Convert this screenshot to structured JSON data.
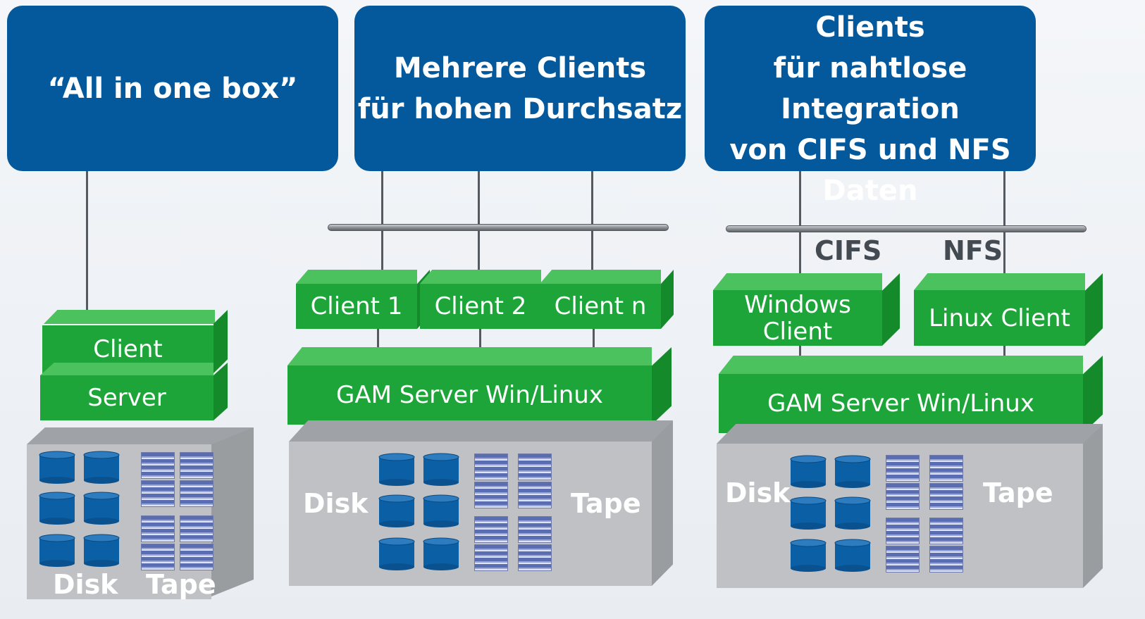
{
  "panels": {
    "left": {
      "title": "“All in one box”",
      "client_label": "Client",
      "server_label": "Server",
      "disk_label": "Disk",
      "tape_label": "Tape"
    },
    "middle": {
      "title": "Mehrere Clients\nfür hohen Durchsatz",
      "clients": [
        "Client 1",
        "Client 2",
        "Client n"
      ],
      "server_label": "GAM Server Win/Linux",
      "disk_label": "Disk",
      "tape_label": "Tape"
    },
    "right": {
      "title": "Windows/Linux Clients\nfür nahtlose Integration\nvon CIFS und NFS Daten",
      "protocol_cifs": "CIFS",
      "protocol_nfs": "NFS",
      "windows_client": "Windows\nClient",
      "linux_client": "Linux Client",
      "server_label": "GAM Server Win/Linux",
      "disk_label": "Disk",
      "tape_label": "Tape"
    }
  },
  "colors": {
    "title_box": "#03599c",
    "green_front": "#1ea53a",
    "green_top": "#4cc25f",
    "green_side": "#148a2b",
    "storage": "#bfc1c4",
    "disk_blue": "#0b5fa5"
  }
}
